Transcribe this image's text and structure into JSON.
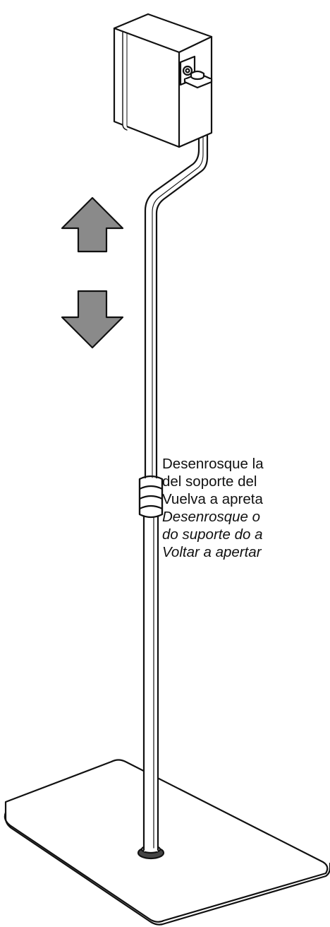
{
  "instructions": {
    "spanish": [
      "Desenrosque la",
      "del soporte del",
      "Vuelva a apreta"
    ],
    "portuguese": [
      "Desenrosque o",
      "do suporte do a",
      "Voltar a apertar"
    ]
  },
  "colors": {
    "line": "#111111",
    "arrow_fill": "#8a8a8a",
    "paper": "#ffffff",
    "foot": "#444444"
  },
  "icons": {
    "up": "arrow-up-icon",
    "down": "arrow-down-icon"
  }
}
